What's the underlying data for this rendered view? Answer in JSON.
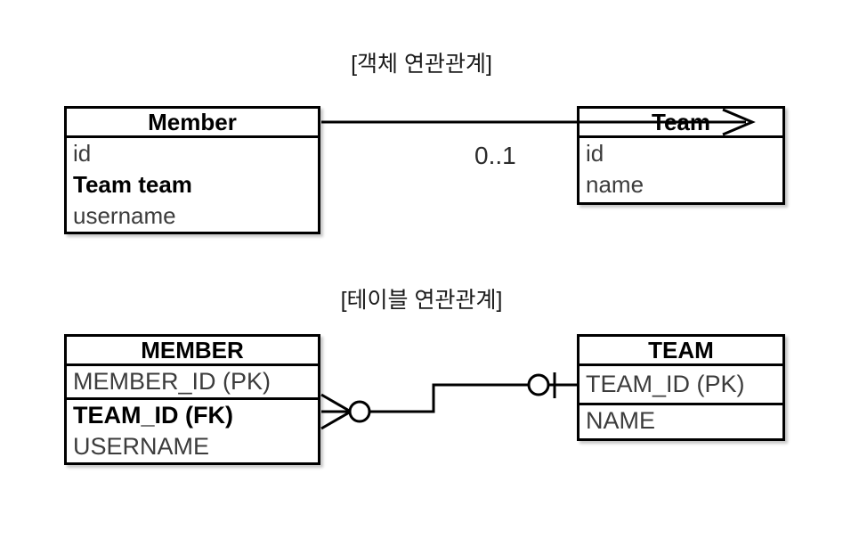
{
  "diagram": {
    "title_object_model": "[객체 연관관계]",
    "title_table_model": "[테이블 연관관계]",
    "stroke_color": "#000000",
    "attribute_text_color": "#3c3c3c",
    "background_color": "#ffffff"
  },
  "object_model": {
    "source_entity": {
      "name": "Member",
      "attributes": [
        {
          "label": "id",
          "bold": false
        },
        {
          "label": "Team team",
          "bold": true
        },
        {
          "label": "username",
          "bold": false
        }
      ]
    },
    "target_entity": {
      "name": "Team",
      "attributes": [
        {
          "label": "id",
          "bold": false
        },
        {
          "label": "name",
          "bold": false
        }
      ]
    },
    "association": {
      "kind": "unidirectional-arrow",
      "direction": "Member -> Team",
      "multiplicity": "0..1"
    }
  },
  "table_model": {
    "source_table": {
      "name": "MEMBER",
      "key_columns": [
        {
          "label": "MEMBER_ID (PK)",
          "bold": false
        }
      ],
      "columns": [
        {
          "label": "TEAM_ID (FK)",
          "bold": true
        },
        {
          "label": "USERNAME",
          "bold": false
        }
      ]
    },
    "target_table": {
      "name": "TEAM",
      "key_columns": [
        {
          "label": "TEAM_ID (PK)",
          "bold": false
        }
      ],
      "columns": [
        {
          "label": "NAME",
          "bold": false
        }
      ]
    },
    "relationship": {
      "kind": "crows-foot",
      "source_cardinality": "zero-or-many",
      "target_cardinality": "zero-or-one"
    }
  }
}
